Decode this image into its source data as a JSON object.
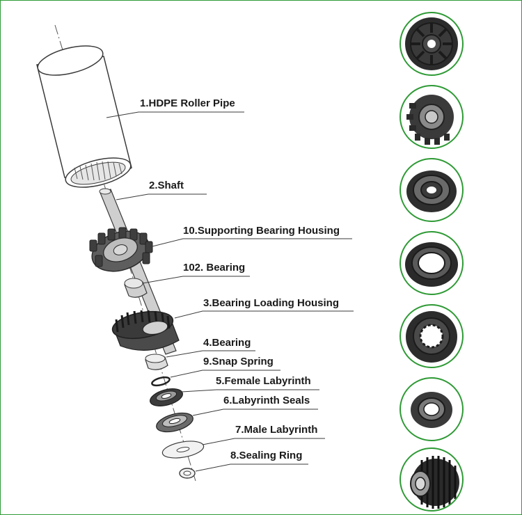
{
  "colors": {
    "frame_border": "#2e9a35",
    "line": "#3a3a3a",
    "part_dark": "#2a2a2a",
    "part_mid": "#6b6b6b",
    "part_light": "#cfcfcf",
    "label_text": "#1a1a1a"
  },
  "labels": {
    "hdpe_roller_pipe": "1.HDPE Roller Pipe",
    "shaft": "2.Shaft",
    "supporting_bearing_housing": "10.Supporting Bearing Housing",
    "bearing_102": "102. Bearing",
    "bearing_loading_housing": "3.Bearing Loading Housing",
    "bearing": "4.Bearing",
    "snap_spring": "9.Snap Spring",
    "female_labyrinth": "5.Female Labyrinth",
    "labyrinth_seals": "6.Labyrinth Seals",
    "male_labyrinth": "7.Male Labyrinth",
    "sealing_ring": "8.Sealing Ring"
  },
  "photos": [
    {
      "part": "end cap",
      "icon": "end-cap-photo-icon"
    },
    {
      "part": "toothed bearing housing",
      "icon": "toothed-housing-photo-icon"
    },
    {
      "part": "labyrinth seal",
      "icon": "labyrinth-seal-photo-icon"
    },
    {
      "part": "rubber seal ring",
      "icon": "seal-ring-photo-icon"
    },
    {
      "part": "splined housing",
      "icon": "splined-housing-photo-icon"
    },
    {
      "part": "flat seal",
      "icon": "flat-seal-photo-icon"
    },
    {
      "part": "finned bearing housing",
      "icon": "finned-housing-photo-icon"
    }
  ]
}
